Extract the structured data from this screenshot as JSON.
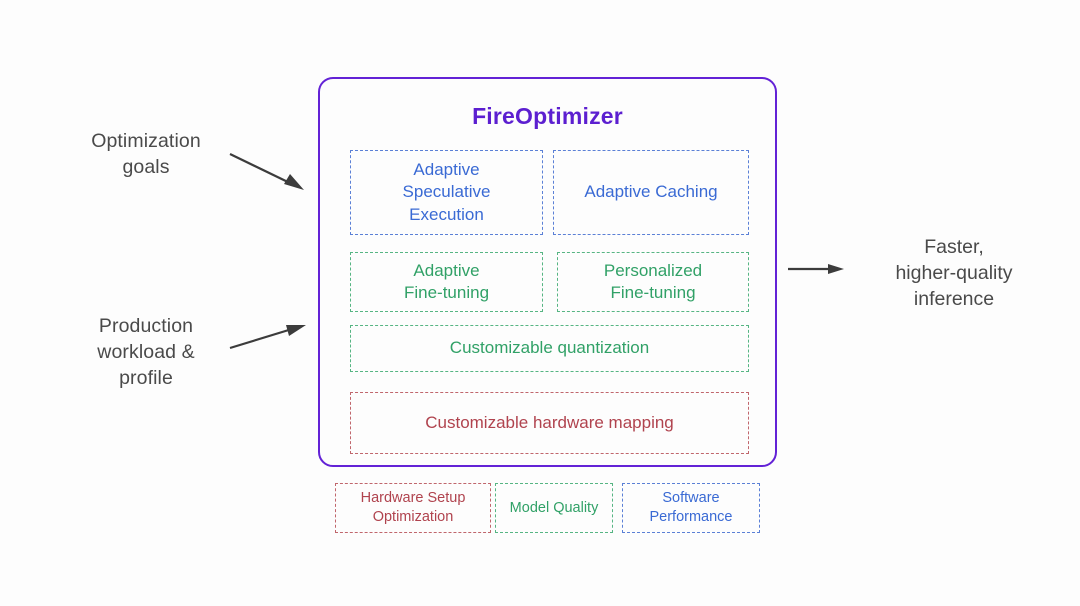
{
  "inputs": {
    "optimization_goals": "Optimization\ngoals",
    "production_workload": "Production\nworkload &\nprofile"
  },
  "output": {
    "label": "Faster,\nhigher-quality\ninference"
  },
  "panel": {
    "title": "FireOptimizer",
    "border_color": "#6322d6",
    "title_color": "#5c1fd0",
    "features": [
      {
        "label": "Adaptive\nSpeculative\nExecution",
        "category": "software-performance",
        "color": "#3a6ad4"
      },
      {
        "label": "Adaptive Caching",
        "category": "software-performance",
        "color": "#3a6ad4"
      },
      {
        "label": "Adaptive\nFine-tuning",
        "category": "model-quality",
        "color": "#31a167"
      },
      {
        "label": "Personalized\nFine-tuning",
        "category": "model-quality",
        "color": "#31a167"
      },
      {
        "label": "Customizable quantization",
        "category": "model-quality",
        "color": "#31a167"
      },
      {
        "label": "Customizable hardware mapping",
        "category": "hardware-setup-optimization",
        "color": "#b0434e"
      }
    ]
  },
  "legend": {
    "items": [
      {
        "label": "Hardware Setup\nOptimization",
        "color": "#b0434e"
      },
      {
        "label": "Model Quality",
        "color": "#31a167"
      },
      {
        "label": "Software\nPerformance",
        "color": "#3a6ad4"
      }
    ]
  },
  "arrows": {
    "goals_direction": "down-right",
    "workload_direction": "up-right",
    "output_direction": "right",
    "color": "#3c3c3c"
  }
}
